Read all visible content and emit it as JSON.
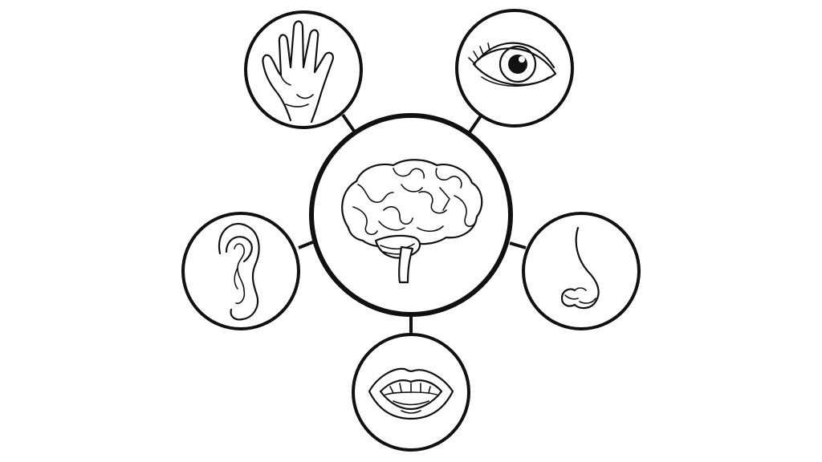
{
  "diagram": {
    "center": {
      "icon": "brain-icon"
    },
    "senses": [
      {
        "id": "touch",
        "icon": "hand-icon"
      },
      {
        "id": "sight",
        "icon": "eye-icon"
      },
      {
        "id": "hearing",
        "icon": "ear-icon"
      },
      {
        "id": "smell",
        "icon": "nose-icon"
      },
      {
        "id": "taste",
        "icon": "mouth-icon"
      }
    ],
    "colors": {
      "stroke": "#111111",
      "background": "#ffffff"
    }
  }
}
